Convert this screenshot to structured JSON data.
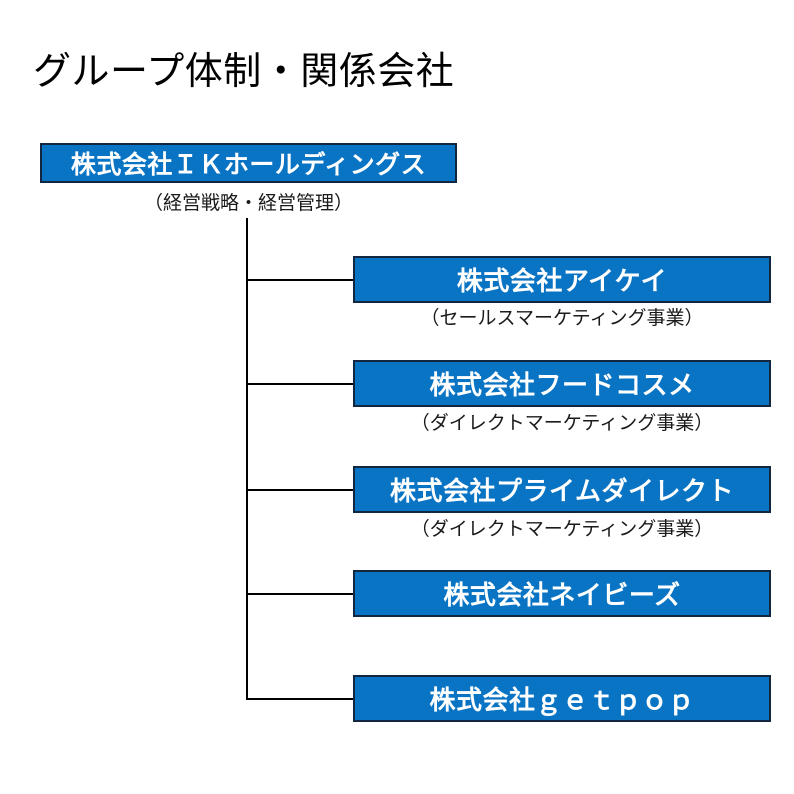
{
  "page": {
    "title": "グループ体制・関係会社",
    "background_color": "#ffffff",
    "box_fill_color": "#0a74c4",
    "box_border_color": "#12263f",
    "box_text_color": "#ffffff",
    "caption_text_color": "#1a1a1a",
    "connector_color": "#000000"
  },
  "chart_data": {
    "type": "diagram",
    "diagram_type": "organization-chart",
    "title": "グループ体制・関係会社",
    "root": {
      "name": "株式会社ＩＫホールディングス",
      "caption": "（経営戦略・経営管理）"
    },
    "children": [
      {
        "name": "株式会社アイケイ",
        "caption": "（セールスマーケティング事業）"
      },
      {
        "name": "株式会社フードコスメ",
        "caption": "（ダイレクトマーケティング事業）"
      },
      {
        "name": "株式会社プライムダイレクト",
        "caption": "（ダイレクトマーケティング事業）"
      },
      {
        "name": "株式会社ネイビーズ",
        "caption": ""
      },
      {
        "name": "株式会社ｇｅｔｐｏｐ",
        "caption": ""
      }
    ]
  },
  "org": {
    "root": {
      "label": "株式会社ＩＫホールディングス",
      "caption": "（経営戦略・経営管理）"
    },
    "children": [
      {
        "label": "株式会社アイケイ",
        "caption": "（セールスマーケティング事業）"
      },
      {
        "label": "株式会社フードコスメ",
        "caption": "（ダイレクトマーケティング事業）"
      },
      {
        "label": "株式会社プライムダイレクト",
        "caption": "（ダイレクトマーケティング事業）"
      },
      {
        "label": "株式会社ネイビーズ",
        "caption": ""
      },
      {
        "label": "株式会社ｇｅｔｐｏｐ",
        "caption": ""
      }
    ]
  }
}
